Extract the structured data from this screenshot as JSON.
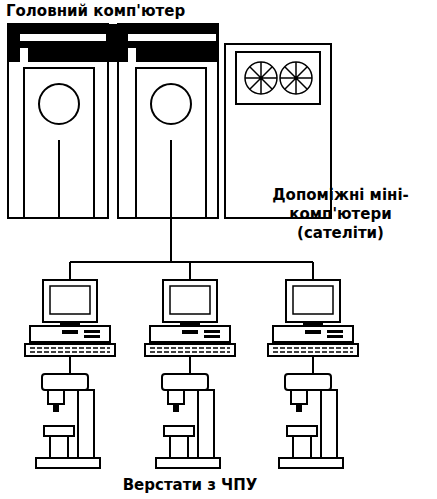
{
  "diagram": {
    "nodes": [
      {
        "text": [
          "Головний комп'ютер"
        ]
      }
    ],
    "labels": [
      "Допоміжні міні-комп'ютери (сателіти)",
      "Верстати з ЧПУ"
    ]
  }
}
